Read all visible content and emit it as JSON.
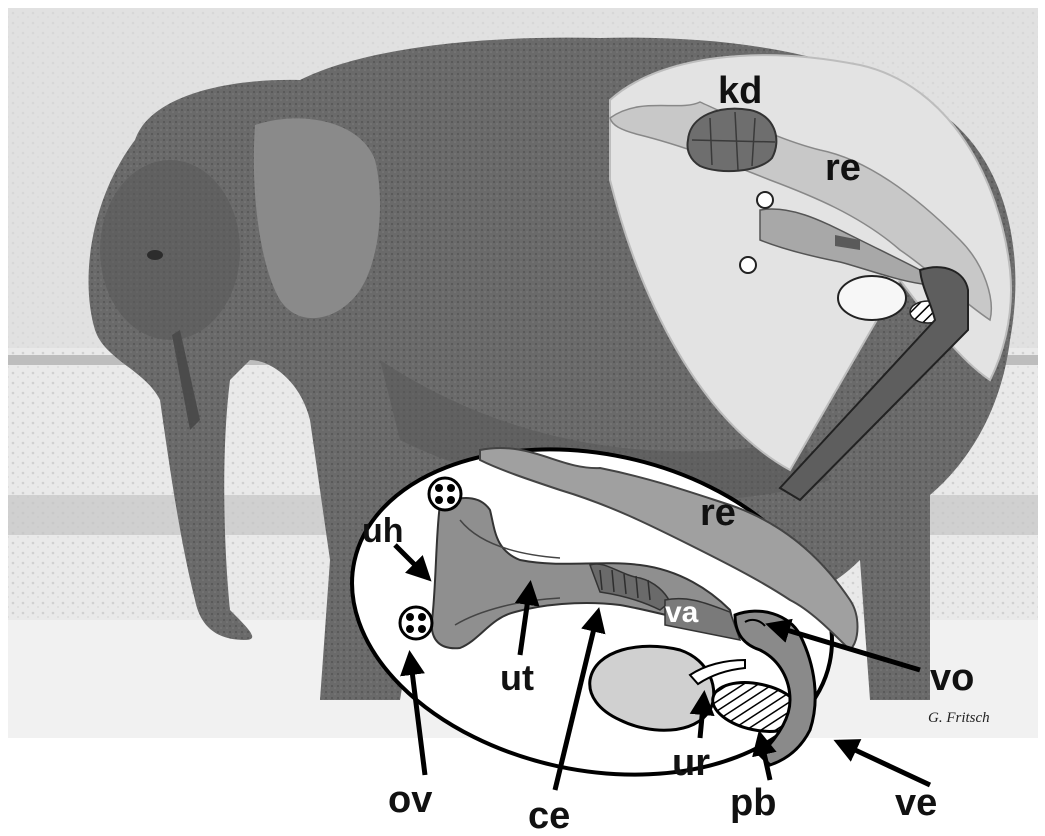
{
  "labels": {
    "kd": "kd",
    "re_upper": "re",
    "re_inset": "re",
    "uh": "uh",
    "ut": "ut",
    "va": "va",
    "vo": "vo",
    "ov": "ov",
    "ce": "ce",
    "ur": "ur",
    "pb": "pb",
    "ve": "ve"
  },
  "credit": "G. Fritsch",
  "colors": {
    "organ_light": "#cfcfcf",
    "organ_mid": "#9a9a9a",
    "organ_dark": "#5e5e5e",
    "elephant_body": "#6b6b6b",
    "background": "#e6e6e6"
  }
}
